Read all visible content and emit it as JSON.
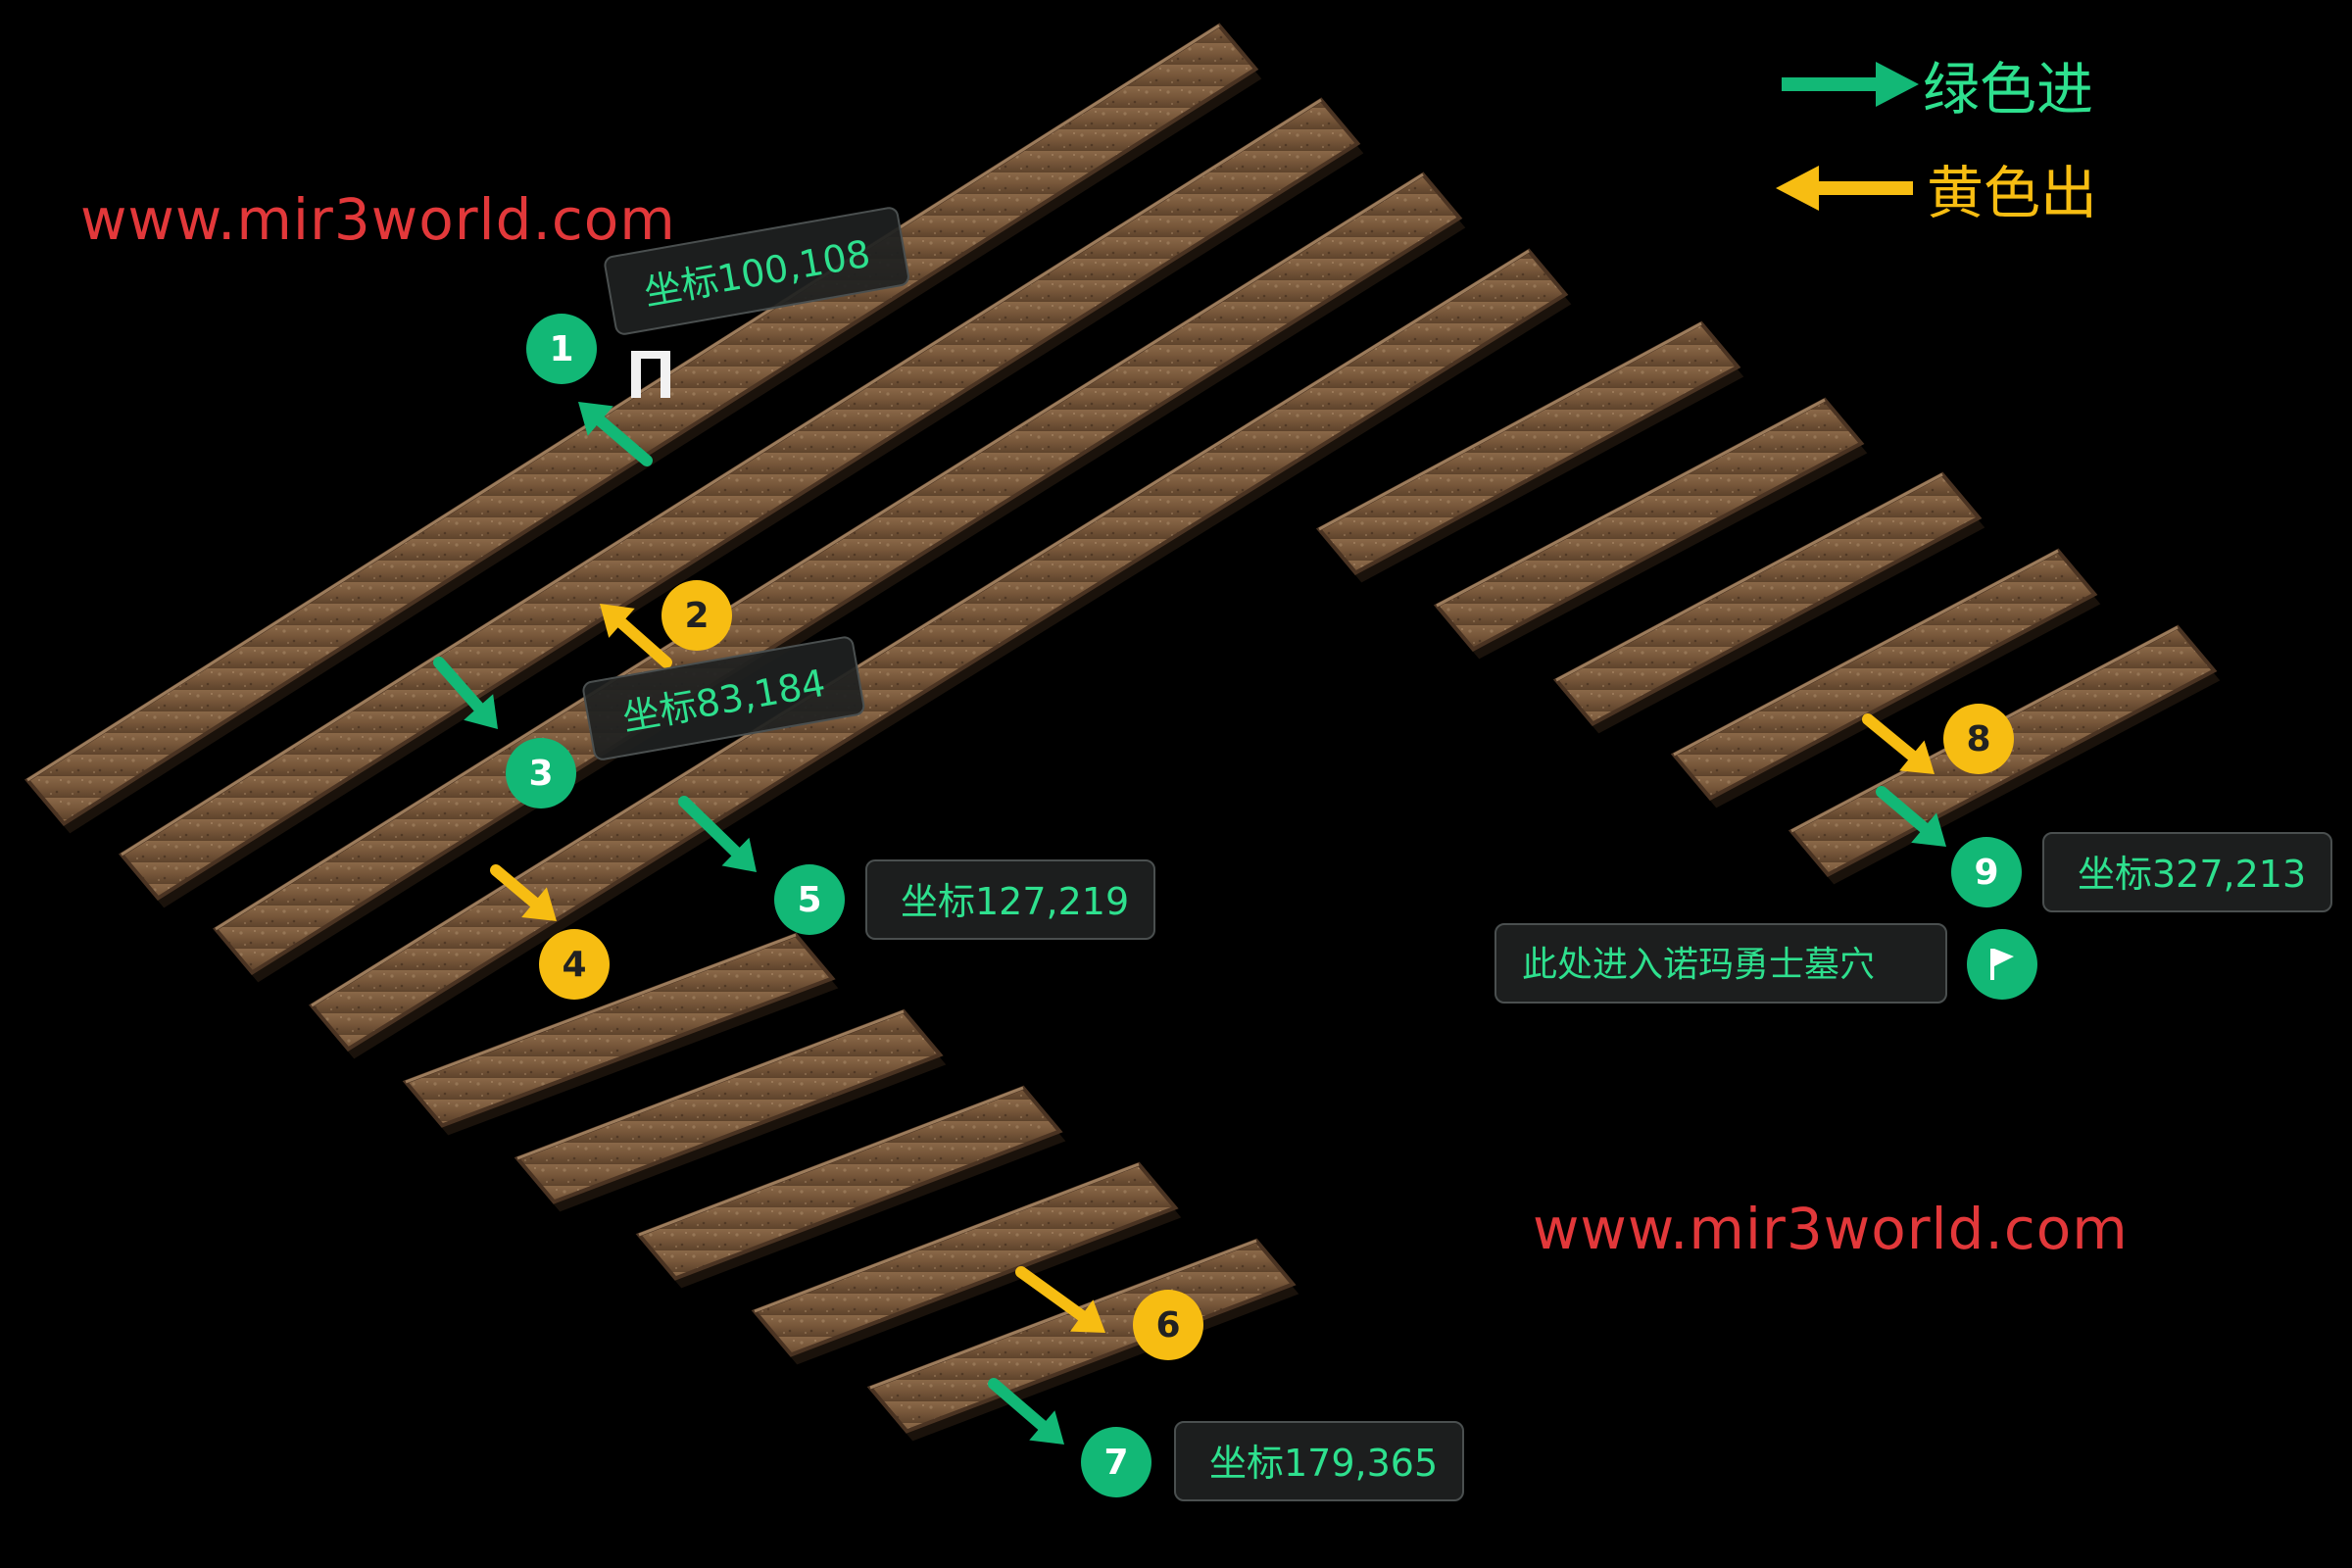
{
  "colors": {
    "enter_green": "#12b876",
    "exit_yellow": "#f7bd12",
    "coord_text": "#2ee08e",
    "watermark_red": "#e2383a",
    "floor_brown": "#7a5a3e",
    "background": "#000000"
  },
  "watermark": {
    "top_left": "www.mir3world.com",
    "bottom_right": "www.mir3world.com"
  },
  "legend": {
    "enter_label": "绿色进",
    "exit_label": "黄色出"
  },
  "markers": [
    {
      "number": "1",
      "type": "enter"
    },
    {
      "number": "2",
      "type": "exit"
    },
    {
      "number": "3",
      "type": "enter"
    },
    {
      "number": "4",
      "type": "exit"
    },
    {
      "number": "5",
      "type": "enter"
    },
    {
      "number": "6",
      "type": "exit"
    },
    {
      "number": "7",
      "type": "enter"
    },
    {
      "number": "8",
      "type": "exit"
    },
    {
      "number": "9",
      "type": "enter"
    }
  ],
  "coordinates": {
    "c1": "坐标100,108",
    "c3": "坐标83,184",
    "c5": "坐标127,219",
    "c7": "坐标179,365",
    "c9": "坐标327,213"
  },
  "destination": {
    "label": "此处进入诺玛勇士墓穴",
    "icon": "flag-icon"
  }
}
